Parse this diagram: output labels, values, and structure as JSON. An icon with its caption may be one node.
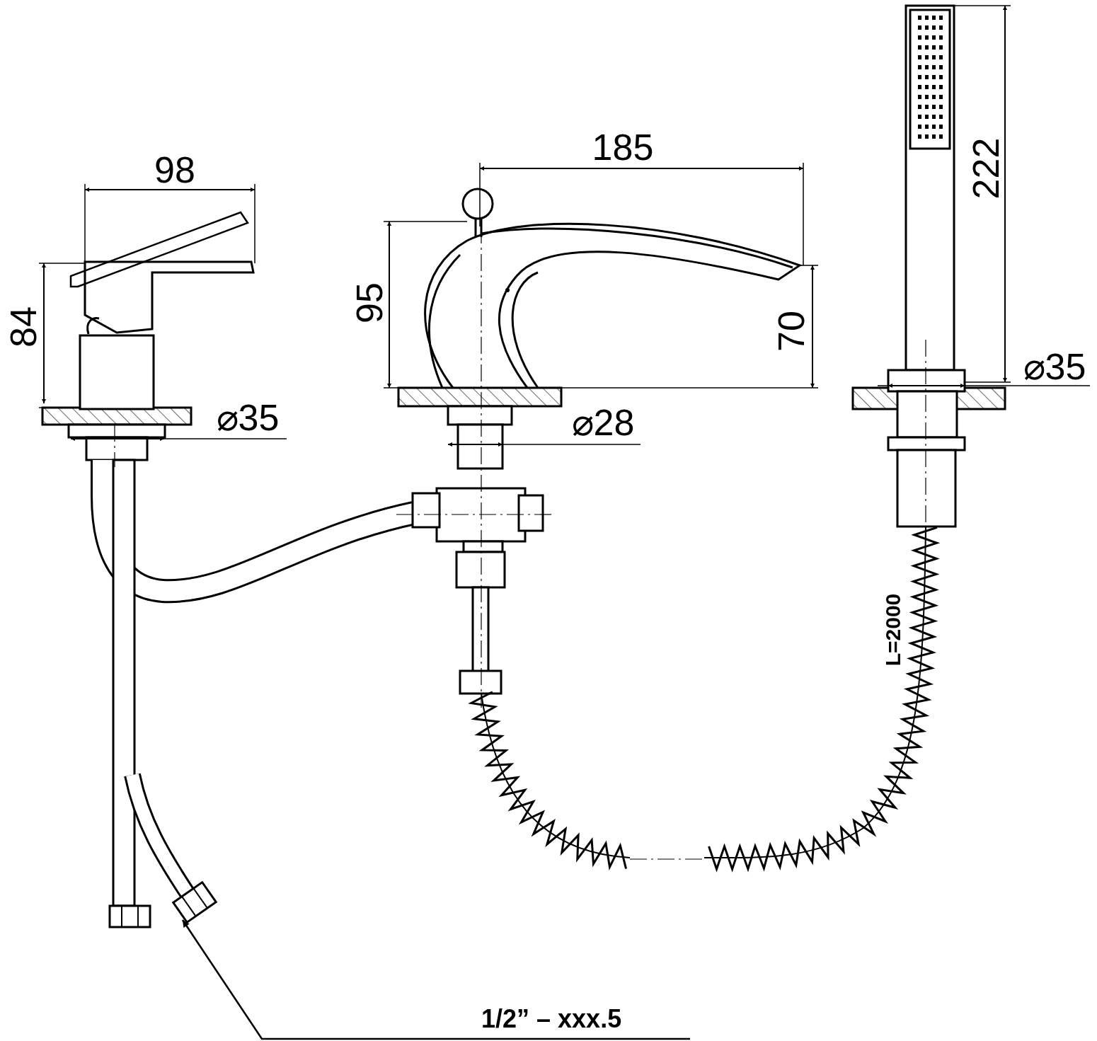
{
  "diagram": {
    "nodes": [
      {
        "text": [
          "1/2” – xxx.5"
        ]
      },
      {
        "text": [],
        "shape": "box"
      }
    ],
    "edges": [
      {
        "from": 0,
        "to": 1,
        "arrow": "to"
      }
    ],
    "labels": [
      "98",
      "84",
      "⌀35",
      "185",
      "95",
      "70",
      "⌀28",
      "222",
      "⌀35",
      "L=2000"
    ]
  }
}
